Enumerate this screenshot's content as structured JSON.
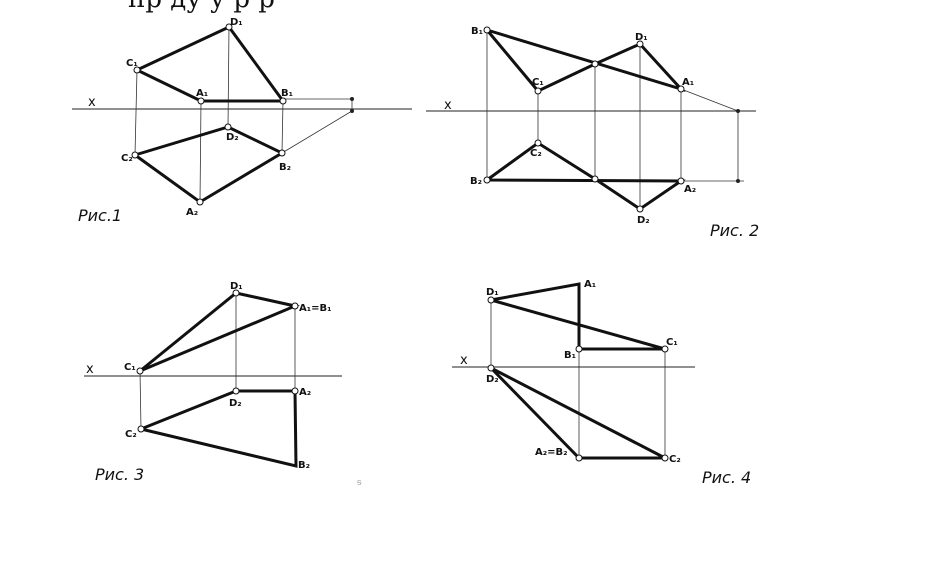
{
  "heading": "пр ду у р р",
  "axis_label": "x",
  "figures": [
    {
      "caption": "Рис.1",
      "points": {
        "C1": "C₁",
        "D1": "D₁",
        "A1": "A₁",
        "B1": "B₁",
        "C2": "C₂",
        "D2": "D₂",
        "B2": "B₂",
        "A2": "A₂"
      }
    },
    {
      "caption": "Рис. 2",
      "points": {
        "B1": "B₁",
        "C1": "C₁",
        "D1": "D₁",
        "A1": "A₁",
        "C2": "C₂",
        "B2": "B₂",
        "A2": "A₂",
        "D2": "D₂"
      }
    },
    {
      "caption": "Рис. 3",
      "points": {
        "D1": "D₁",
        "A1B1": "A₁=B₁",
        "C1": "C₁",
        "D2": "D₂",
        "A2": "A₂",
        "C2": "C₂",
        "B2": "B₂"
      }
    },
    {
      "caption": "Рис. 4",
      "points": {
        "D1": "D₁",
        "A1": "A₁",
        "B1": "B₁",
        "C1": "C₁",
        "D2": "D₂",
        "A2B2": "A₂=B₂",
        "C2": "C₂"
      }
    }
  ]
}
